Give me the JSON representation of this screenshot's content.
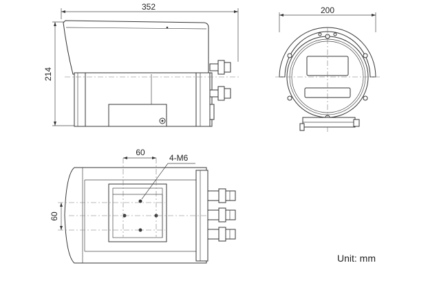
{
  "side_view": {
    "width_label": "352",
    "height_label": "214"
  },
  "front_view": {
    "width_label": "200"
  },
  "top_view": {
    "spacing_h_label": "60",
    "spacing_v_label": "60",
    "thread_label": "4-M6"
  },
  "unit_label": "Unit: mm"
}
